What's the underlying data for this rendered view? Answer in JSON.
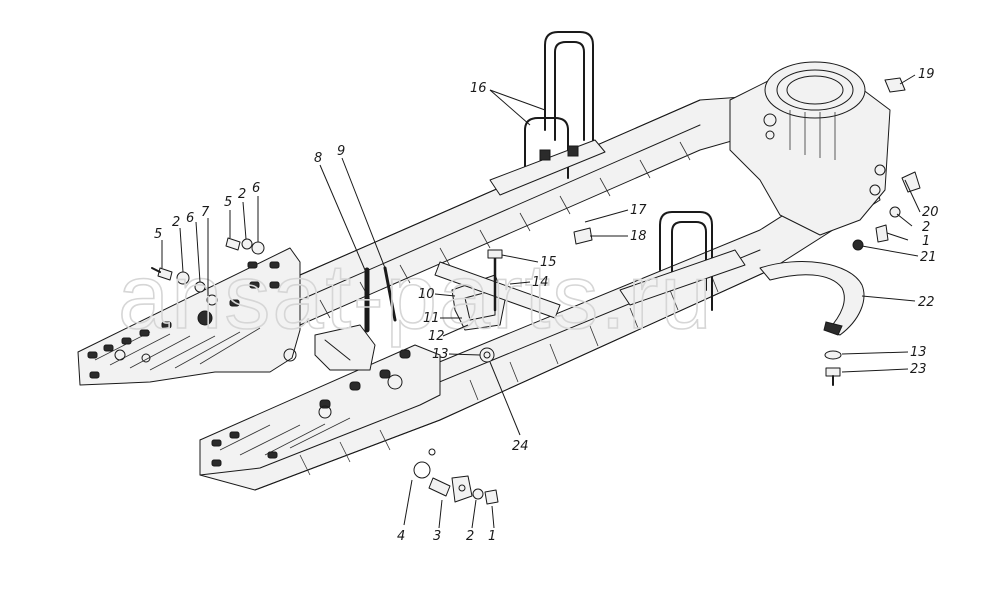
{
  "watermark": "ansat-parts.ru",
  "callouts": [
    {
      "id": "c16",
      "label": "16"
    },
    {
      "id": "c19",
      "label": "19"
    },
    {
      "id": "c8",
      "label": "8"
    },
    {
      "id": "c9",
      "label": "9"
    },
    {
      "id": "c17",
      "label": "17"
    },
    {
      "id": "c18",
      "label": "18"
    },
    {
      "id": "c20",
      "label": "20"
    },
    {
      "id": "c2a",
      "label": "2"
    },
    {
      "id": "c1a",
      "label": "1"
    },
    {
      "id": "c21",
      "label": "21"
    },
    {
      "id": "c15",
      "label": "15"
    },
    {
      "id": "c14",
      "label": "14"
    },
    {
      "id": "c10",
      "label": "10"
    },
    {
      "id": "c11",
      "label": "11"
    },
    {
      "id": "c12",
      "label": "12"
    },
    {
      "id": "c13a",
      "label": "13"
    },
    {
      "id": "c22",
      "label": "22"
    },
    {
      "id": "c13b",
      "label": "13"
    },
    {
      "id": "c23",
      "label": "23"
    },
    {
      "id": "c24",
      "label": "24"
    },
    {
      "id": "c5a",
      "label": "5"
    },
    {
      "id": "c2b",
      "label": "2"
    },
    {
      "id": "c6a",
      "label": "6"
    },
    {
      "id": "c7",
      "label": "7"
    },
    {
      "id": "c5b",
      "label": "5"
    },
    {
      "id": "c2c",
      "label": "2"
    },
    {
      "id": "c6b",
      "label": "6"
    },
    {
      "id": "c4",
      "label": "4"
    },
    {
      "id": "c3",
      "label": "3"
    },
    {
      "id": "c2d",
      "label": "2"
    },
    {
      "id": "c1b",
      "label": "1"
    }
  ]
}
